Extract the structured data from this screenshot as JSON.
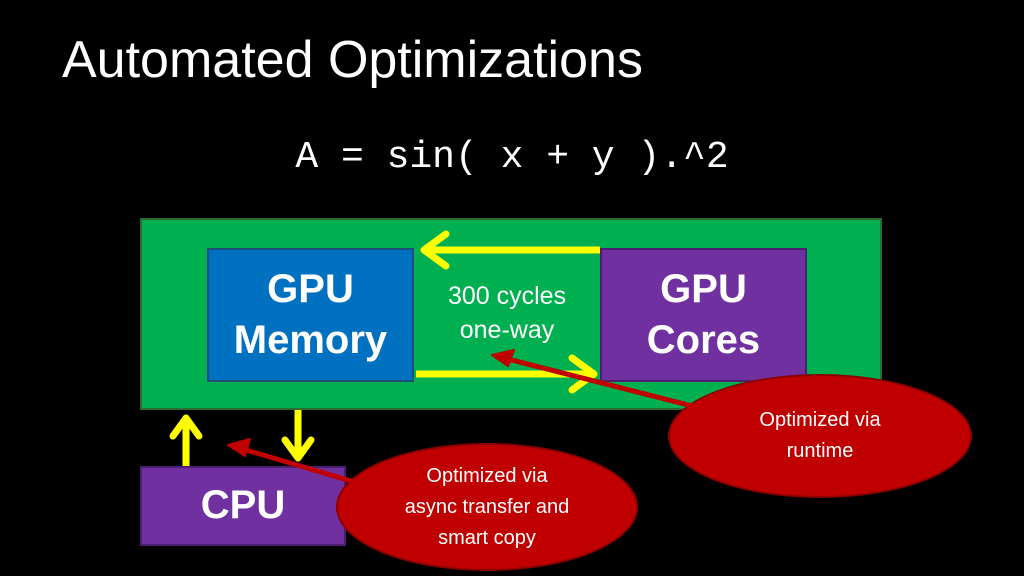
{
  "slide": {
    "title": "Automated Optimizations",
    "formula": "A = sin( x + y ).^2"
  },
  "diagram": {
    "gpu_memory": [
      "GPU",
      "Memory"
    ],
    "gpu_cores": [
      "GPU",
      "Cores"
    ],
    "cpu": "CPU",
    "latency": [
      "300 cycles",
      "one-way"
    ],
    "callouts": {
      "runtime": [
        "Optimized via",
        "runtime"
      ],
      "async": [
        "Optimized via",
        "async transfer and",
        "smart copy"
      ]
    }
  },
  "colors": {
    "background": "#000000",
    "green_panel": "#00b050",
    "gpu_memory": "#0070c0",
    "purple_block": "#7030a0",
    "arrow_yellow": "#ffff00",
    "callout_red": "#c00000"
  }
}
